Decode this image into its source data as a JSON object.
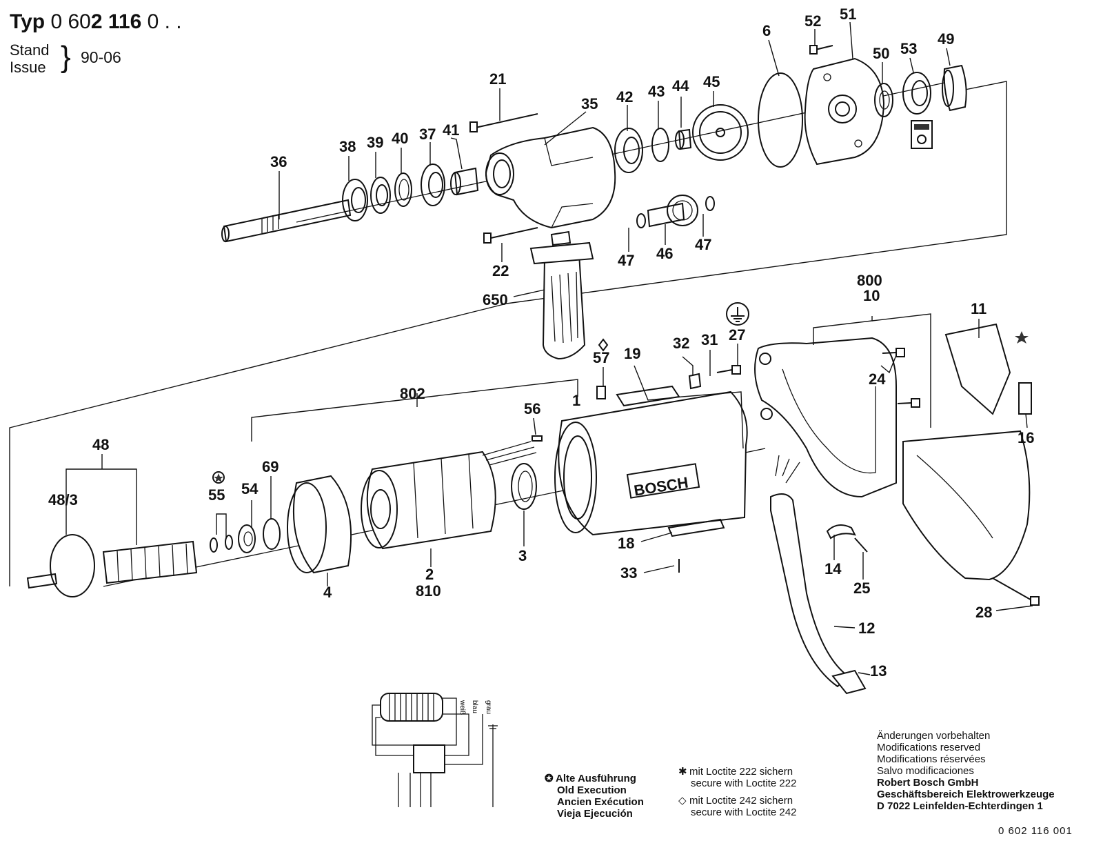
{
  "header": {
    "typ_label": "Typ",
    "typ_prefix": "0 60",
    "typ_bold": "2 116",
    "typ_suffix": " 0 . .",
    "stand_label": "Stand",
    "issue_label": "Issue",
    "date": "90-06"
  },
  "part_labels": [
    "6",
    "52",
    "51",
    "50",
    "53",
    "49",
    "21",
    "35",
    "42",
    "43",
    "44",
    "45",
    "36",
    "38",
    "39",
    "40",
    "37",
    "41",
    "47",
    "46",
    "22",
    "650",
    "800",
    "10",
    "11",
    "16",
    "27",
    "31",
    "32",
    "24",
    "57",
    "19",
    "802",
    "1",
    "56",
    "48",
    "48/3",
    "55",
    "54",
    "69",
    "4",
    "2",
    "810",
    "3",
    "18",
    "33",
    "14",
    "25",
    "12",
    "13",
    "28"
  ],
  "legend": {
    "old_execution": [
      "Alte Ausführung",
      "Old Execution",
      "Ancien Exécution",
      "Vieja Ejecución"
    ],
    "loctite_222": [
      "mit Loctite 222 sichern",
      "secure with Loctite 222"
    ],
    "loctite_242": [
      "mit Loctite 242 sichern",
      "secure with Loctite 242"
    ]
  },
  "company": {
    "modifications": [
      "Änderungen vorbehalten",
      "Modifications reserved",
      "Modifications réservées",
      "Salvo modificaciones"
    ],
    "name": [
      "Robert Bosch GmbH",
      "Geschäftsbereich Elektrowerkzeuge",
      "D 7022 Leinfelden-Echterdingen 1"
    ]
  },
  "brand_plate": "BOSCH",
  "wiring": {
    "wire_labels": [
      "weiß",
      "blau",
      "grau"
    ]
  },
  "doc_number": "0 602 116 001"
}
